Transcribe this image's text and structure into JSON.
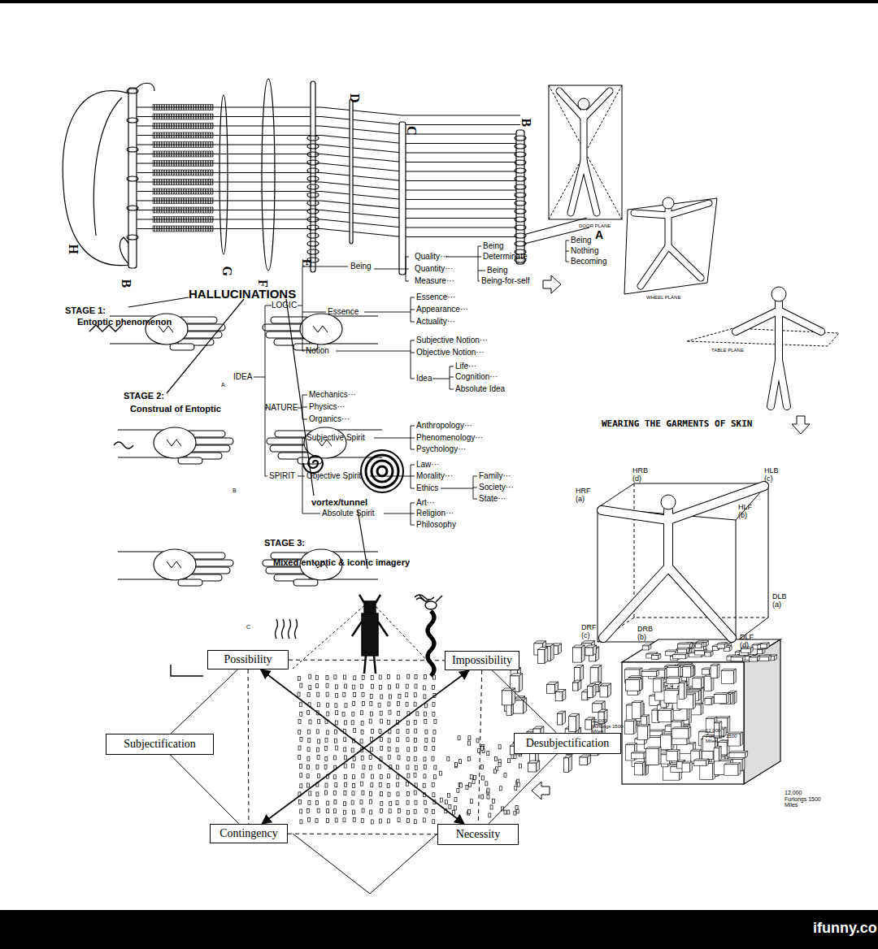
{
  "diagram": {
    "nodes": [
      {
        "text": [
          "Possibility"
        ]
      },
      {
        "text": [
          "Impossibility"
        ]
      },
      {
        "text": [
          "Subjectification"
        ]
      },
      {
        "text": [
          "Desubjectification"
        ]
      },
      {
        "text": [
          "Contingency"
        ]
      },
      {
        "text": [
          "Necessity"
        ]
      }
    ],
    "edges": [
      {
        "from": 0,
        "to": 1,
        "arrow": "none"
      },
      {
        "from": 0,
        "to": 4,
        "arrow": "none"
      },
      {
        "from": 1,
        "to": 5,
        "arrow": "none"
      },
      {
        "from": 4,
        "to": 5,
        "arrow": "none"
      },
      {
        "from": 0,
        "to": 5,
        "arrow": "both"
      },
      {
        "from": 1,
        "to": 4,
        "arrow": "both"
      },
      {
        "from": 2,
        "to": 0,
        "arrow": "none"
      },
      {
        "from": 2,
        "to": 4,
        "arrow": "none"
      },
      {
        "from": 3,
        "to": 1,
        "arrow": "none"
      },
      {
        "from": 3,
        "to": 5,
        "arrow": "none"
      }
    ],
    "labels": [
      "H",
      "B",
      "G",
      "F",
      "E",
      "D",
      "C",
      "B",
      "A",
      "DOOR PLANE",
      "WHEEL PLANE",
      "TABLE PLANE",
      "Being",
      "Quality···",
      "Quantity···",
      "Measure···",
      "Being",
      "Determinate",
      "Being",
      "Being-for-self",
      "Being",
      "Nothing",
      "Becoming",
      "LOGIC",
      "Essence",
      "Essence···",
      "Appearance···",
      "Actuality···",
      "Notion",
      "Subjective Notion···",
      "Objective Notion···",
      "Idea",
      "Life···",
      "Cognition···",
      "Absolute Idea",
      "IDEA",
      "NATURE",
      "Mechanics···",
      "Physics···",
      "Organics···",
      "Subjective Spirit",
      "Anthropology···",
      "Phenomenology···",
      "Psychology···",
      "SPIRIT",
      "Objective Spirit",
      "Law···",
      "Morality···",
      "Ethics",
      "Family···",
      "Society···",
      "State···",
      "Art···",
      "Absolute Spirit",
      "Religion···",
      "Philosophy",
      "HALLUCINATIONS",
      "STAGE 1:",
      "Entoptic phenomenon",
      "STAGE 2:",
      "Construal of Entoptic",
      "vortex/tunnel",
      "STAGE 3:",
      "Mixed entoptic & iconic imagery",
      "A",
      "B",
      "C",
      "WEARING THE GARMENTS OF SKIN",
      "HRB (d)",
      "HLB (c)",
      "HRF (a)",
      "HLF (b)",
      "DRB (b)",
      "DLB (a)",
      "DRF (c)",
      "DLF (d)",
      "12,000 Furlongs 1500 Miles",
      "12,000 Furlongs 1500 Miles",
      "12,000 Furlongs 1500 Miles",
      "ifunny.co"
    ]
  }
}
